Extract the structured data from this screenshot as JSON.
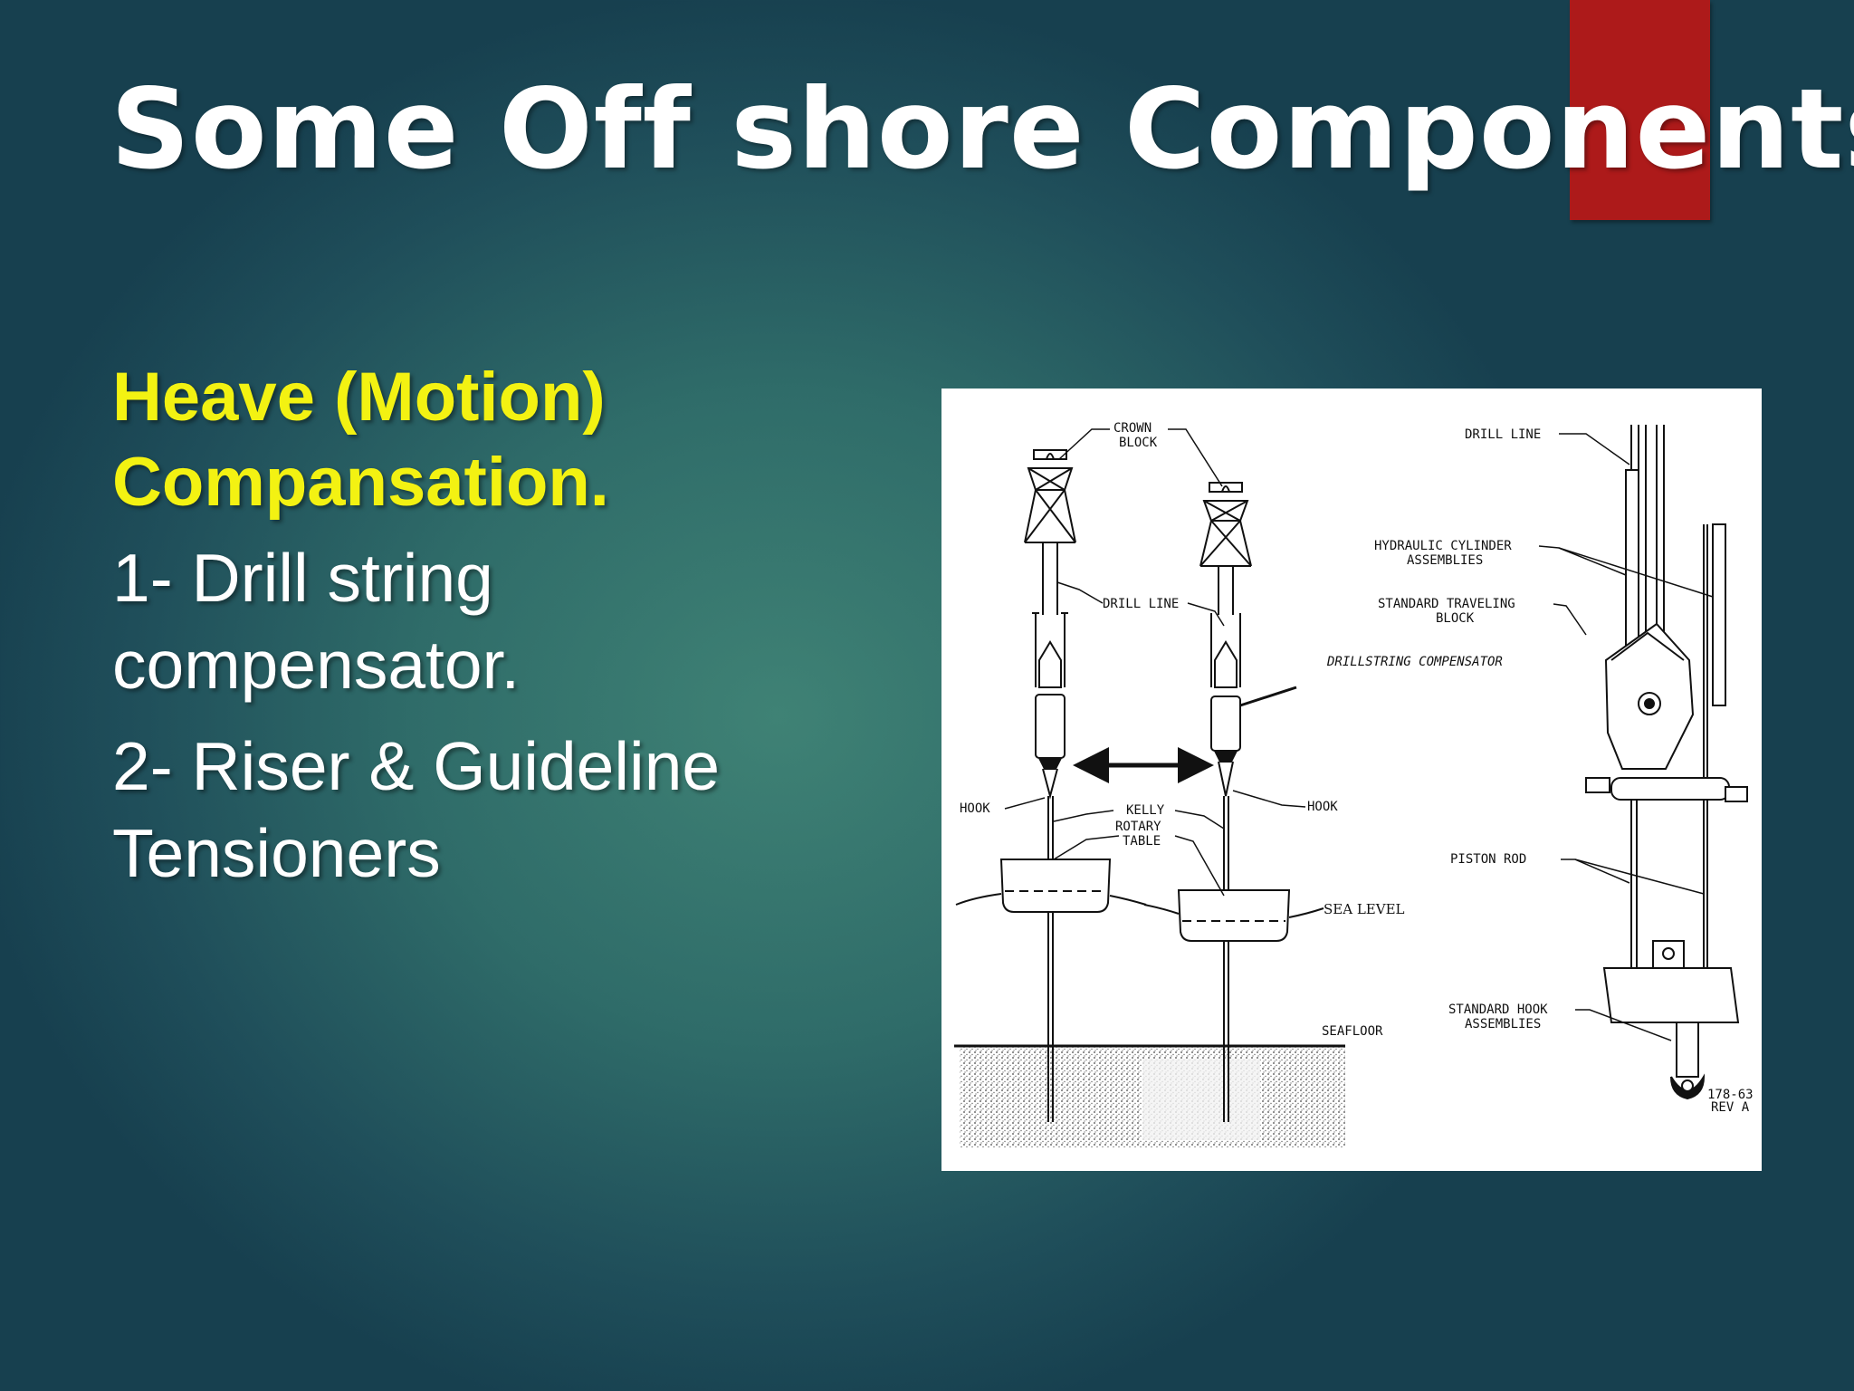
{
  "slide": {
    "title": "Some Off shore Components",
    "heading": "Heave (Motion) Compansation.",
    "items": [
      "1- Drill string compensator.",
      "2- Riser & Guideline Tensioners"
    ],
    "accent_color": "#ad1a1a",
    "heading_color": "#f3f212"
  },
  "figure": {
    "labels": {
      "crown_block": "CROWN BLOCK",
      "drill_line_left": "DRILL LINE",
      "hook_left": "HOOK",
      "kelly": "KELLY",
      "rotary_table": "ROTARY TABLE",
      "hook_right": "HOOK",
      "sea_level": "SEA LEVEL",
      "seafloor": "SEAFLOOR",
      "drill_line_right": "DRILL LINE",
      "hydraulic_cylinder": "HYDRAULIC CYLINDER ASSEMBLIES",
      "traveling_block": "STANDARD TRAVELING BLOCK",
      "drillstring_compensator": "DRILLSTRING COMPENSATOR",
      "piston_rod": "PISTON ROD",
      "hook_assemblies": "STANDARD HOOK ASSEMBLIES",
      "drawing_number": "178-63 REV A"
    }
  }
}
